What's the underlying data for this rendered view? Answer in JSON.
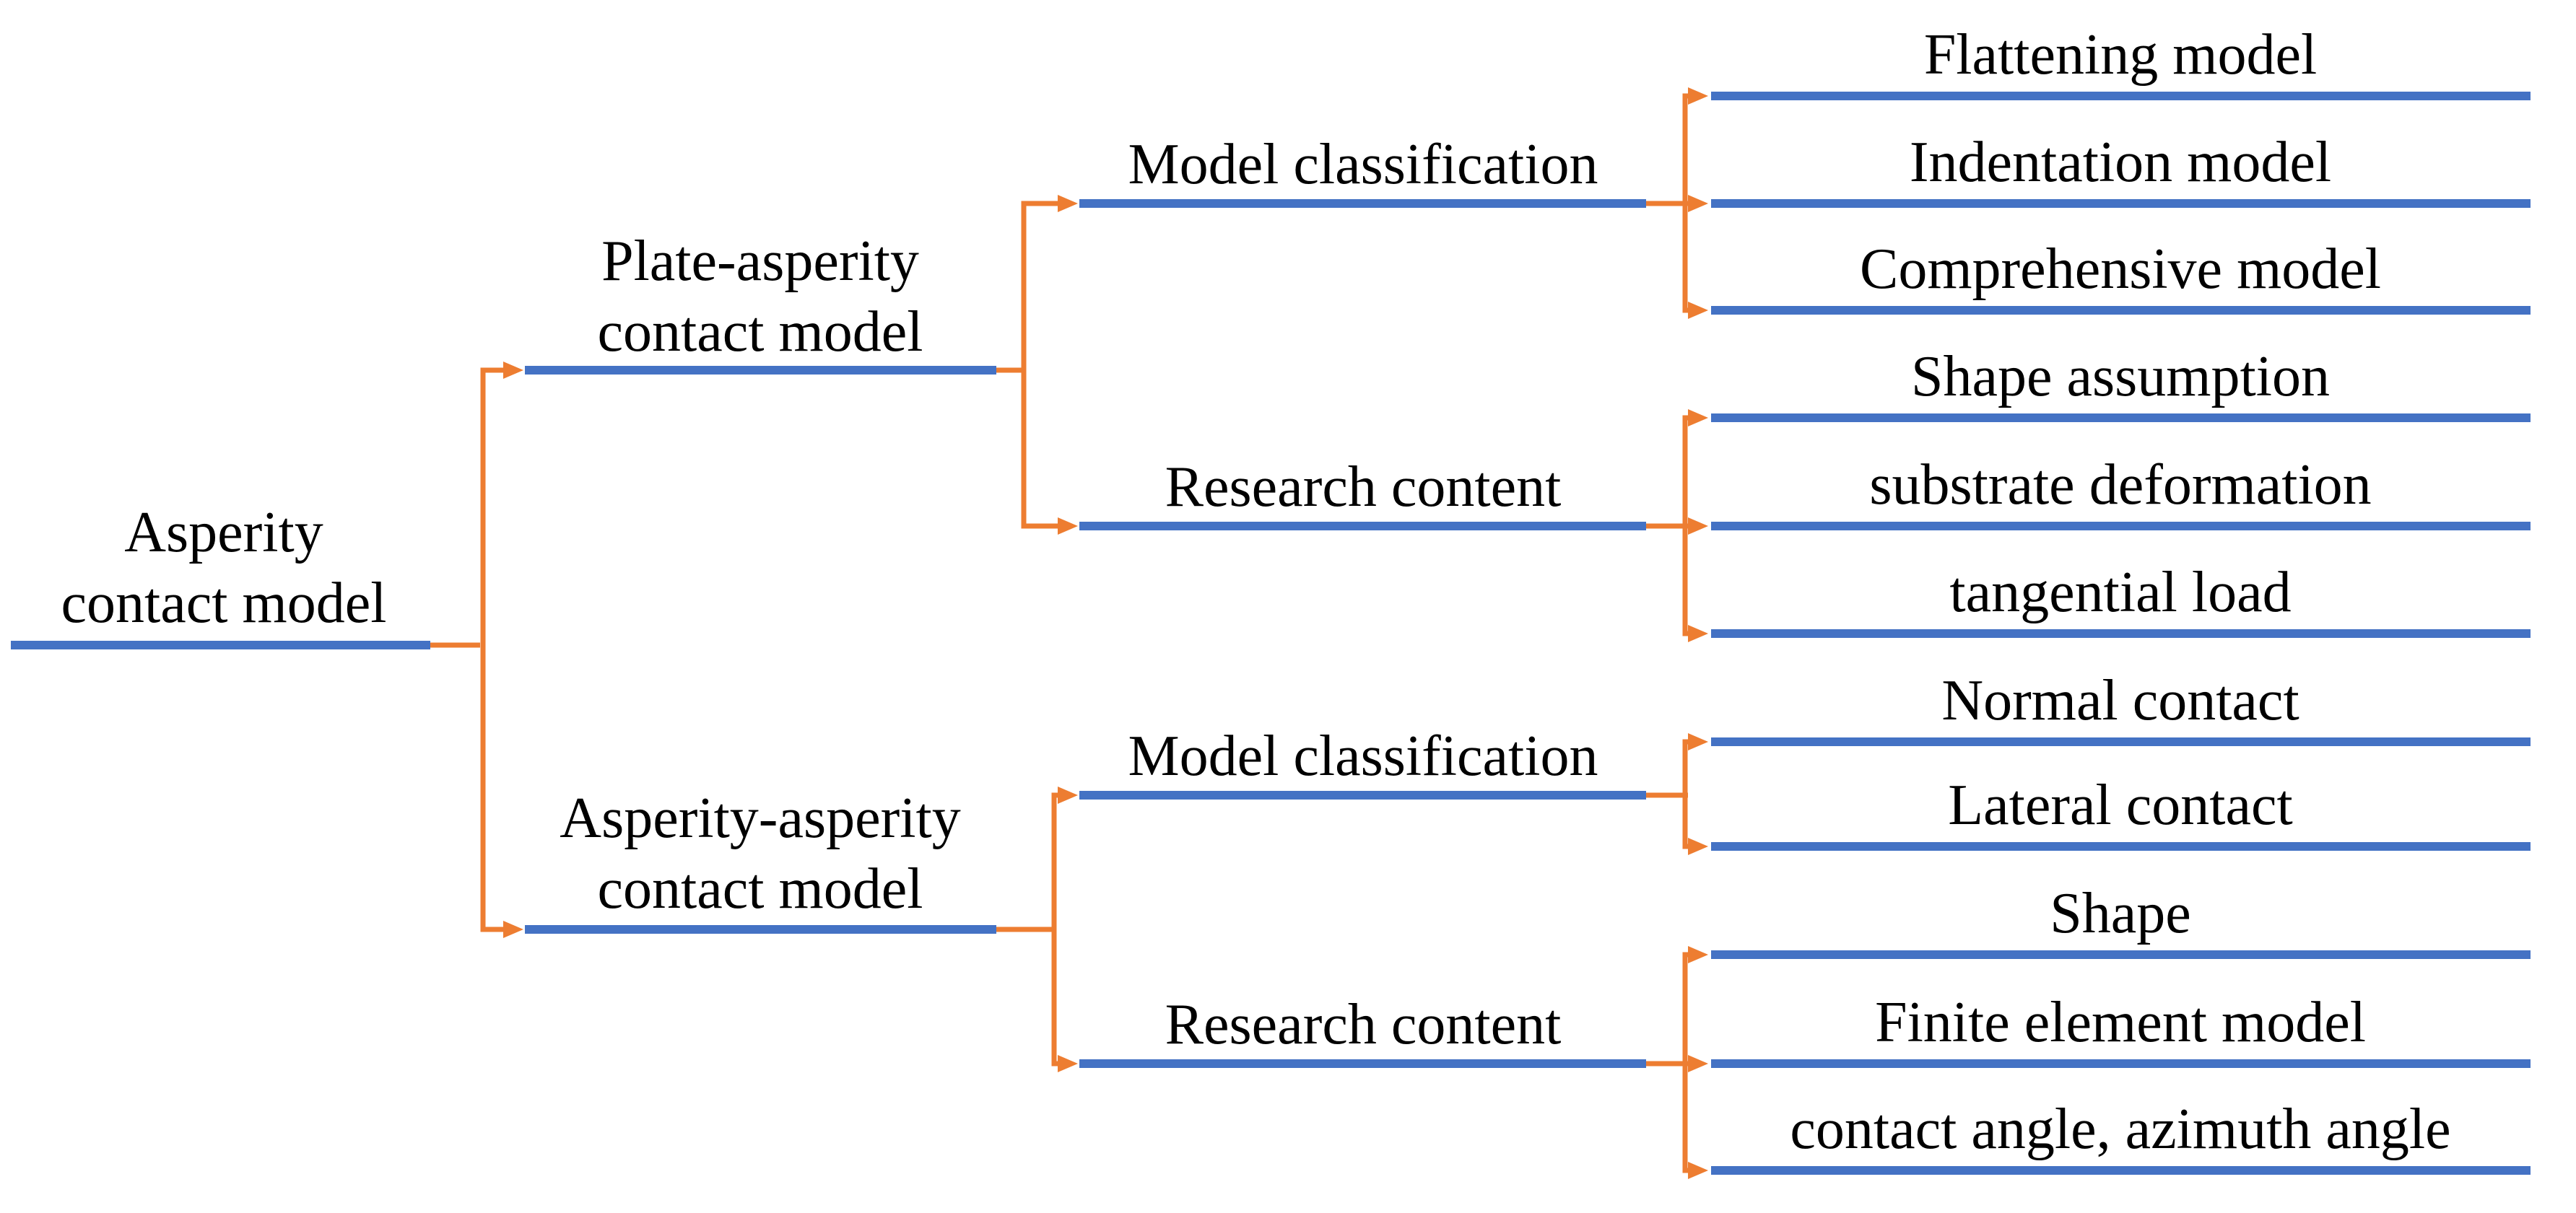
{
  "colors": {
    "node_line": "#4472C4",
    "connector": "#ED7D31",
    "text": "#000000",
    "background": "#FFFFFF"
  },
  "tree": {
    "root": {
      "line1": "Asperity",
      "line2": "contact model"
    },
    "branches": [
      {
        "line1": "Plate-asperity",
        "line2": "contact model",
        "groups": [
          {
            "label": "Model classification",
            "children": [
              "Flattening model",
              "Indentation model",
              "Comprehensive model"
            ]
          },
          {
            "label": "Research content",
            "children": [
              "Shape assumption",
              "substrate deformation",
              "tangential load"
            ]
          }
        ]
      },
      {
        "line1": "Asperity-asperity",
        "line2": "contact model",
        "groups": [
          {
            "label": "Model classification",
            "children": [
              "Normal contact",
              "Lateral contact"
            ]
          },
          {
            "label": "Research content",
            "children": [
              "Shape",
              "Finite element model",
              "contact angle, azimuth angle"
            ]
          }
        ]
      }
    ]
  }
}
